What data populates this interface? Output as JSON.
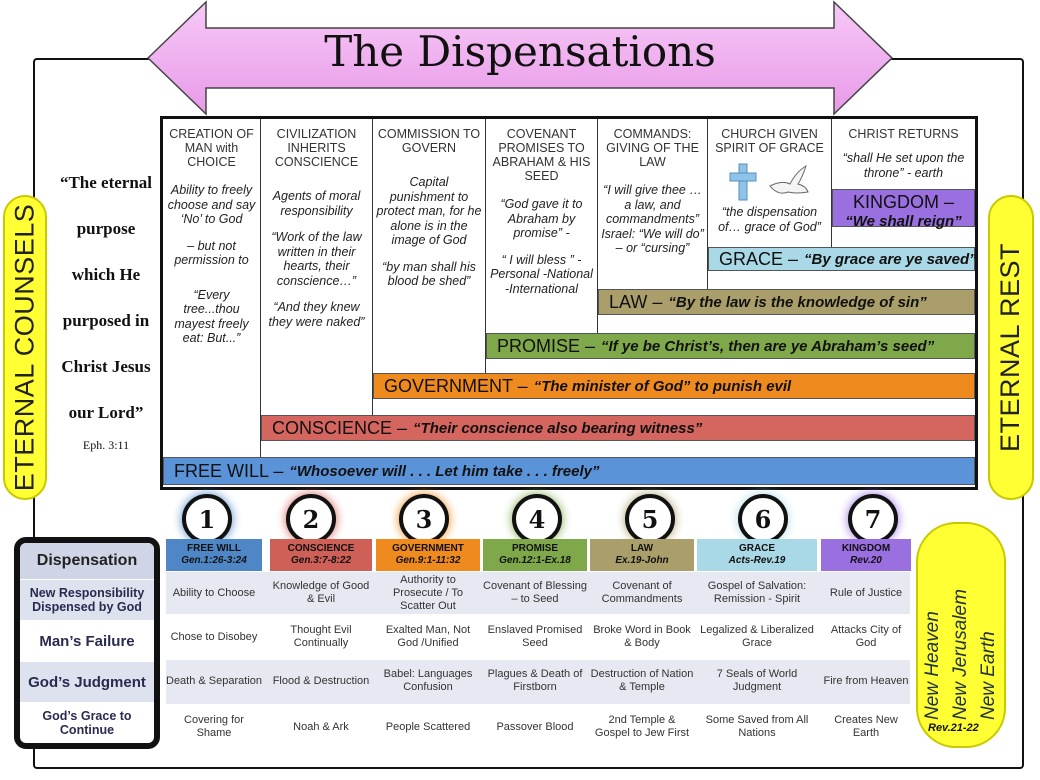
{
  "title": "The Dispensations",
  "left_pill": "ETERNAL COUNSELS",
  "right_pill": "ETERNAL REST",
  "quote": {
    "lines": [
      "“The eternal",
      "purpose",
      "which He",
      "purposed in",
      "Christ Jesus",
      "our Lord”"
    ],
    "ref": "Eph. 3:11"
  },
  "columns": [
    {
      "head": "CREATION OF MAN with CHOICE",
      "body": [
        "Ability to freely choose and say ‘No’ to God",
        "– but not permission to",
        "“Every tree...thou mayest freely eat: But...”"
      ]
    },
    {
      "head": "CIVILIZATION INHERITS CONSCIENCE",
      "body": [
        "Agents of moral responsibility",
        "“Work of the law written in their hearts, their conscience…”",
        "“And they knew they were naked”"
      ]
    },
    {
      "head": "COMMISSION TO GOVERN",
      "body": [
        "Capital punishment to protect man, for he alone is in the image of God",
        "“by man shall his blood be shed”"
      ]
    },
    {
      "head": "COVENANT PROMISES TO ABRAHAM & HIS SEED",
      "body": [
        "“God gave it to Abraham by promise” -",
        "“ I will bless ” -Personal -National -International"
      ]
    },
    {
      "head": "COMMANDS: GIVING OF THE LAW",
      "body": [
        "“I will give thee … a law, and commandments” Israel: “We will do” – or “cursing”"
      ]
    },
    {
      "head": "CHURCH GIVEN SPIRIT OF GRACE",
      "body": [
        "“the dispensation of… grace of God”"
      ]
    },
    {
      "head": "CHRIST RETURNS",
      "body": [
        "“shall He set upon the throne” - earth"
      ]
    }
  ],
  "bands": [
    {
      "label": "KINGDOM –",
      "quote": "“We shall reign”",
      "color": "#9a6fe0"
    },
    {
      "label": "GRACE –",
      "quote": "“By grace are ye saved”",
      "color": "#a9d8e6"
    },
    {
      "label": "LAW –",
      "quote": "“By the law is the knowledge of sin”",
      "color": "#aa9f6a"
    },
    {
      "label": "PROMISE –",
      "quote": "“If ye be Christ’s, then are ye Abraham’s seed”",
      "color": "#7fa84a"
    },
    {
      "label": "GOVERNMENT –",
      "quote": "“The minister of God”  to punish evil",
      "color": "#ef8a1e"
    },
    {
      "label": "CONSCIENCE –",
      "quote": "“Their conscience also bearing witness”",
      "color": "#d4655f"
    },
    {
      "label": "FREE WILL –",
      "quote": "“Whosoever will . . . Let him take  . . . freely”",
      "color": "#5b93d9"
    }
  ],
  "numbers": [
    "1",
    "2",
    "3",
    "4",
    "5",
    "6",
    "7"
  ],
  "table": {
    "row_labels": [
      "Dispensation",
      "New Responsibility Dispensed by God",
      "Man’s Failure",
      "God’s Judgment",
      "God’s Grace to Continue"
    ],
    "headers": [
      {
        "name": "FREE WILL",
        "ref": "Gen.1:26-3:24",
        "color": "#4f86c6"
      },
      {
        "name": "CONSCIENCE",
        "ref": "Gen.3:7-8:22",
        "color": "#cf6058"
      },
      {
        "name": "GOVERNMENT",
        "ref": "Gen.9:1-11:32",
        "color": "#ef8a1e"
      },
      {
        "name": "PROMISE",
        "ref": "Gen.12:1-Ex.18",
        "color": "#7fa84a"
      },
      {
        "name": "LAW",
        "ref": "Ex.19-John",
        "color": "#aa9f6a"
      },
      {
        "name": "GRACE",
        "ref": "Acts-Rev.19",
        "color": "#a9d8e6"
      },
      {
        "name": "KINGDOM",
        "ref": "Rev.20",
        "color": "#9a6fe0"
      }
    ],
    "rows": [
      [
        "Ability to Choose",
        "Knowledge of Good & Evil",
        "Authority to Prosecute  / To  Scatter Out",
        "Covenant of Blessing – to Seed",
        "Covenant of Commandments",
        "Gospel of Salvation: Remission - Spirit",
        "Rule of Justice"
      ],
      [
        "Chose to Disobey",
        "Thought Evil Continually",
        "Exalted Man, Not God /Unified",
        "Enslaved Promised Seed",
        "Broke  Word in Book & Body",
        "Legalized & Liberalized Grace",
        "Attacks City of God"
      ],
      [
        "Death & Separation",
        "Flood & Destruction",
        "Babel: Languages Confusion",
        "Plagues & Death of Firstborn",
        "Destruction of Nation & Temple",
        "7 Seals of World Judgment",
        "Fire from Heaven"
      ],
      [
        "Covering for Shame",
        "Noah & Ark",
        "People Scattered",
        "Passover Blood",
        "2nd Temple  & Gospel to Jew First",
        "Some Saved from All Nations",
        "Creates New Earth"
      ]
    ]
  },
  "new_heaven": [
    "New Heaven",
    "New Jerusalem",
    "New Earth"
  ],
  "new_heaven_ref": "Rev.21-22"
}
